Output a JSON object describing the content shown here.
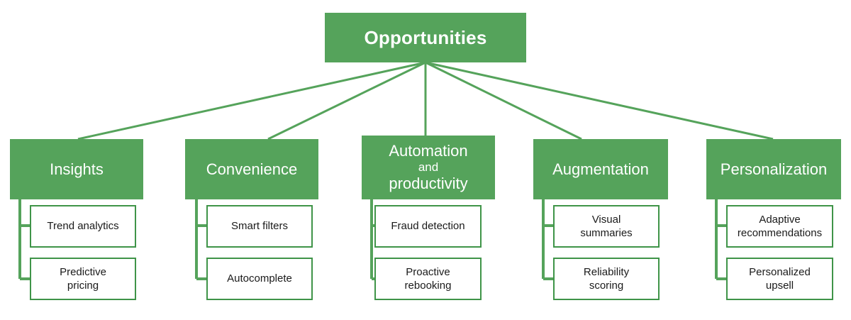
{
  "diagram": {
    "type": "tree",
    "title": "Opportunities",
    "colors": {
      "node_fill": "#55a35b",
      "node_text": "#ffffff",
      "leaf_border": "#3f9448",
      "leaf_fill": "#ffffff",
      "leaf_text": "#1a1a1a",
      "connector": "#55a35b",
      "background": "#ffffff"
    },
    "root": {
      "label": "Opportunities"
    },
    "branches": [
      {
        "label": "Insights",
        "label_line1": "Insights",
        "label_line2": "",
        "label_line3": "",
        "leaves": [
          {
            "line1": "Trend analytics",
            "line2": ""
          },
          {
            "line1": "Predictive",
            "line2": "pricing"
          }
        ]
      },
      {
        "label": "Convenience",
        "label_line1": "Convenience",
        "label_line2": "",
        "label_line3": "",
        "leaves": [
          {
            "line1": "Smart filters",
            "line2": ""
          },
          {
            "line1": "Autocomplete",
            "line2": ""
          }
        ]
      },
      {
        "label": "Automation and productivity",
        "label_line1": "Automation",
        "label_line2": "and",
        "label_line3": "productivity",
        "leaves": [
          {
            "line1": "Fraud detection",
            "line2": ""
          },
          {
            "line1": "Proactive",
            "line2": "rebooking"
          }
        ]
      },
      {
        "label": "Augmentation",
        "label_line1": "Augmentation",
        "label_line2": "",
        "label_line3": "",
        "leaves": [
          {
            "line1": "Visual",
            "line2": "summaries"
          },
          {
            "line1": "Reliability",
            "line2": "scoring"
          }
        ]
      },
      {
        "label": "Personalization",
        "label_line1": "Personalization",
        "label_line2": "",
        "label_line3": "",
        "leaves": [
          {
            "line1": "Adaptive",
            "line2": "recommendations"
          },
          {
            "line1": "Personalized",
            "line2": "upsell"
          }
        ]
      }
    ]
  }
}
